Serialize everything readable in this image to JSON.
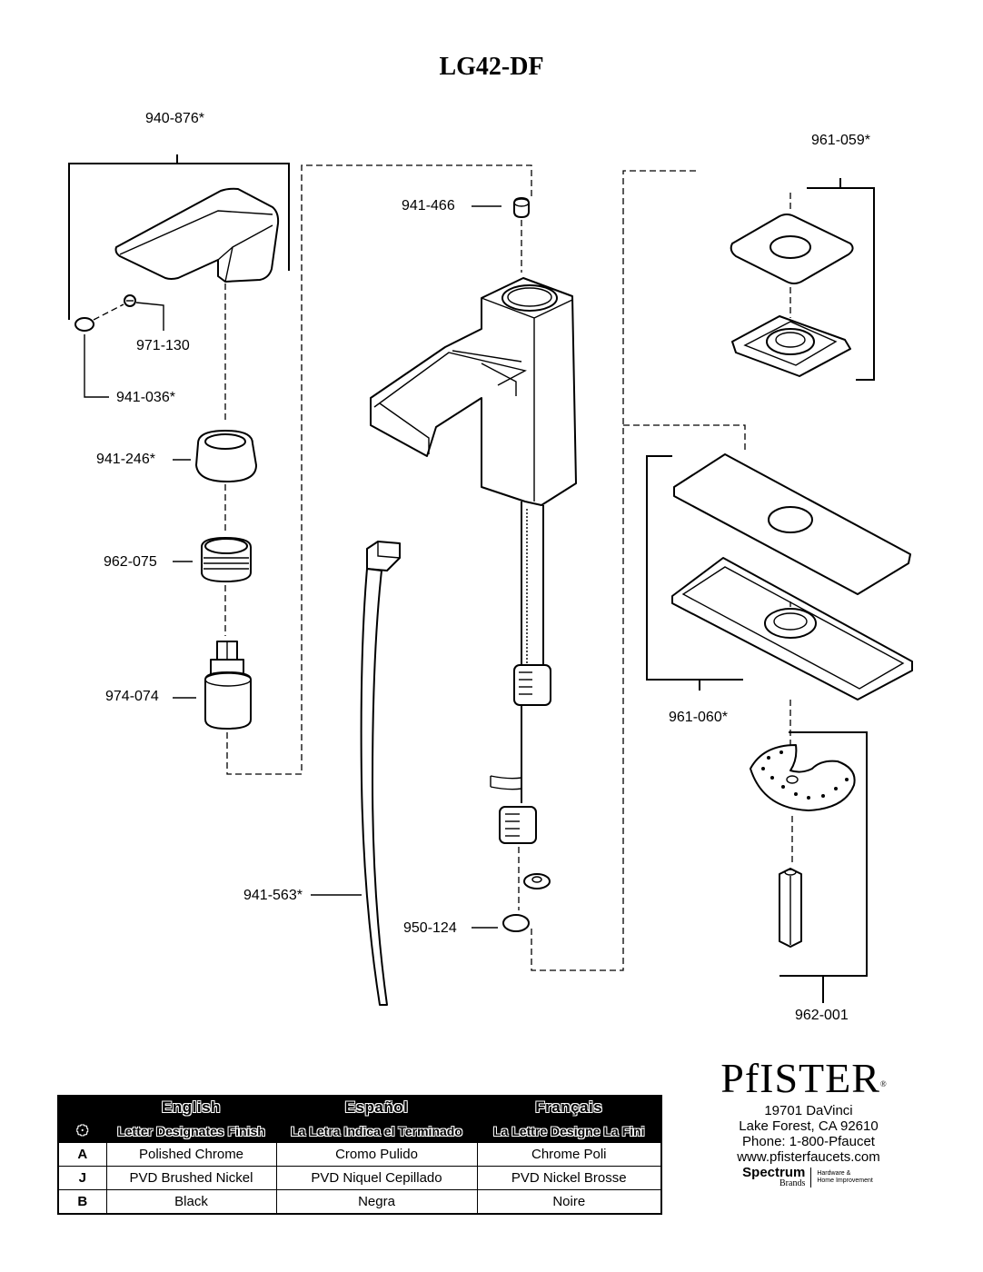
{
  "title": "LG42-DF",
  "parts": {
    "p940_876": "940-876*",
    "p971_130": "971-130",
    "p941_036": "941-036*",
    "p941_246": "941-246*",
    "p962_075": "962-075",
    "p974_074": "974-074",
    "p941_466": "941-466",
    "p941_563": "941-563*",
    "p950_124": "950-124",
    "p961_059": "961-059*",
    "p961_060": "961-060*",
    "p962_001": "962-001"
  },
  "finish_table": {
    "headers": [
      "English",
      "Español",
      "Français"
    ],
    "subheaders": [
      "Letter Designates Finish",
      "La Letra Indica el Terminado",
      "La Lettre Designe La Fini"
    ],
    "symbol": "❁",
    "rows": [
      {
        "code": "A",
        "en": "Polished Chrome",
        "es": "Cromo Pulido",
        "fr": "Chrome Poli"
      },
      {
        "code": "J",
        "en": "PVD Brushed Nickel",
        "es": "PVD Niquel Cepillado",
        "fr": "PVD Nickel Brosse"
      },
      {
        "code": "B",
        "en": "Black",
        "es": "Negra",
        "fr": "Noire"
      }
    ]
  },
  "brand": {
    "logo": "PfISTER",
    "registered": "®",
    "address1": "19701 DaVinci",
    "address2": "Lake Forest, CA 92610",
    "phone": "Phone: 1-800-Pfaucet",
    "website": "www.pfisterfaucets.com",
    "spectrum_name": "Spectrum",
    "spectrum_brands": "Brands",
    "spectrum_tag1": "Hardware &",
    "spectrum_tag2": "Home Improvement"
  }
}
